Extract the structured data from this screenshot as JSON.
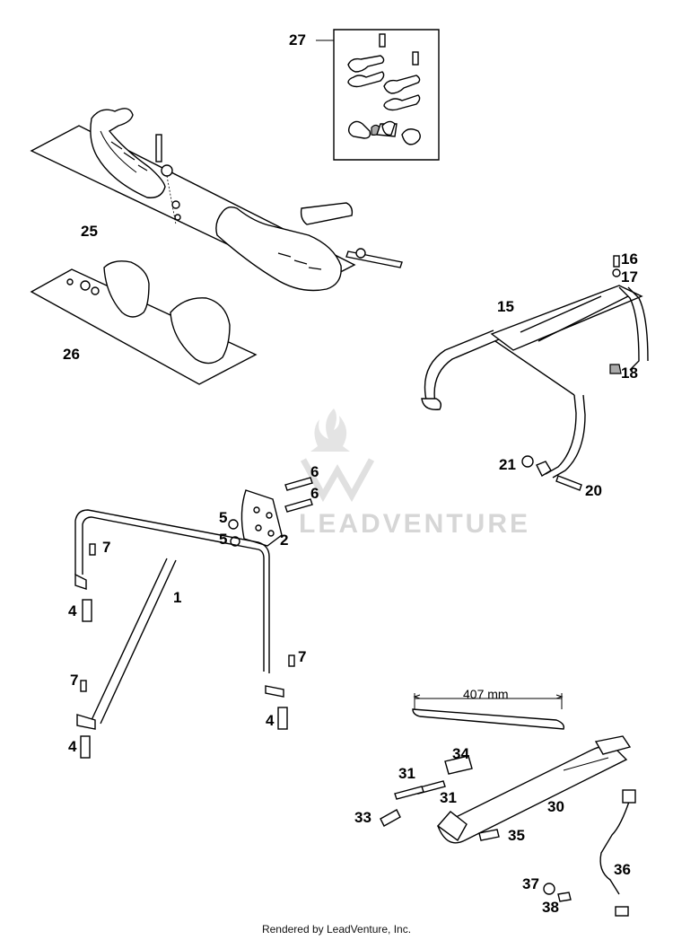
{
  "diagram": {
    "callouts": {
      "c1": "1",
      "c2": "2",
      "c4a": "4",
      "c4b": "4",
      "c4c": "4",
      "c5a": "5",
      "c5b": "5",
      "c6a": "6",
      "c6b": "6",
      "c7a": "7",
      "c7b": "7",
      "c7c": "7",
      "c15": "15",
      "c16": "16",
      "c17": "17",
      "c18": "18",
      "c20": "20",
      "c21": "21",
      "c25": "25",
      "c26": "26",
      "c27": "27",
      "c30": "30",
      "c31a": "31",
      "c31b": "31",
      "c33": "33",
      "c34": "34",
      "c35": "35",
      "c36": "36",
      "c37": "37",
      "c38": "38"
    },
    "dimension_label": "407 mm",
    "watermark": "LEADVENTURE"
  },
  "footer": {
    "text": "Rendered by LeadVenture, Inc."
  }
}
